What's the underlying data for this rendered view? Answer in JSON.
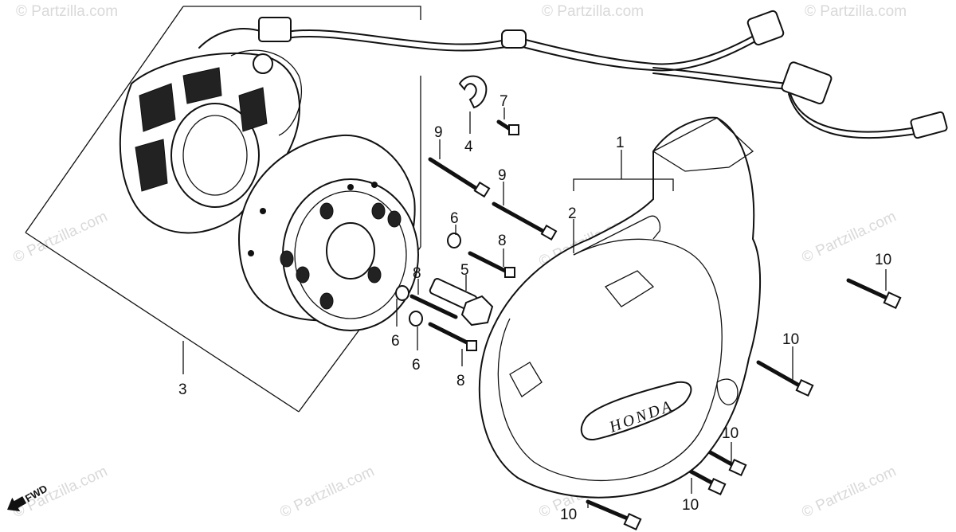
{
  "watermark": "© Partzilla.com",
  "cover_badge": "HONDA",
  "direction_label": "FWD",
  "callouts": {
    "c1": "1",
    "c2": "2",
    "c3": "3",
    "c4": "4",
    "c5": "5",
    "c6a": "6",
    "c6b": "6",
    "c6c": "6",
    "c7": "7",
    "c8a": "8",
    "c8b": "8",
    "c8c": "8",
    "c9a": "9",
    "c9b": "9",
    "c10a": "10",
    "c10b": "10",
    "c10c": "10",
    "c10d": "10",
    "c10e": "10"
  }
}
